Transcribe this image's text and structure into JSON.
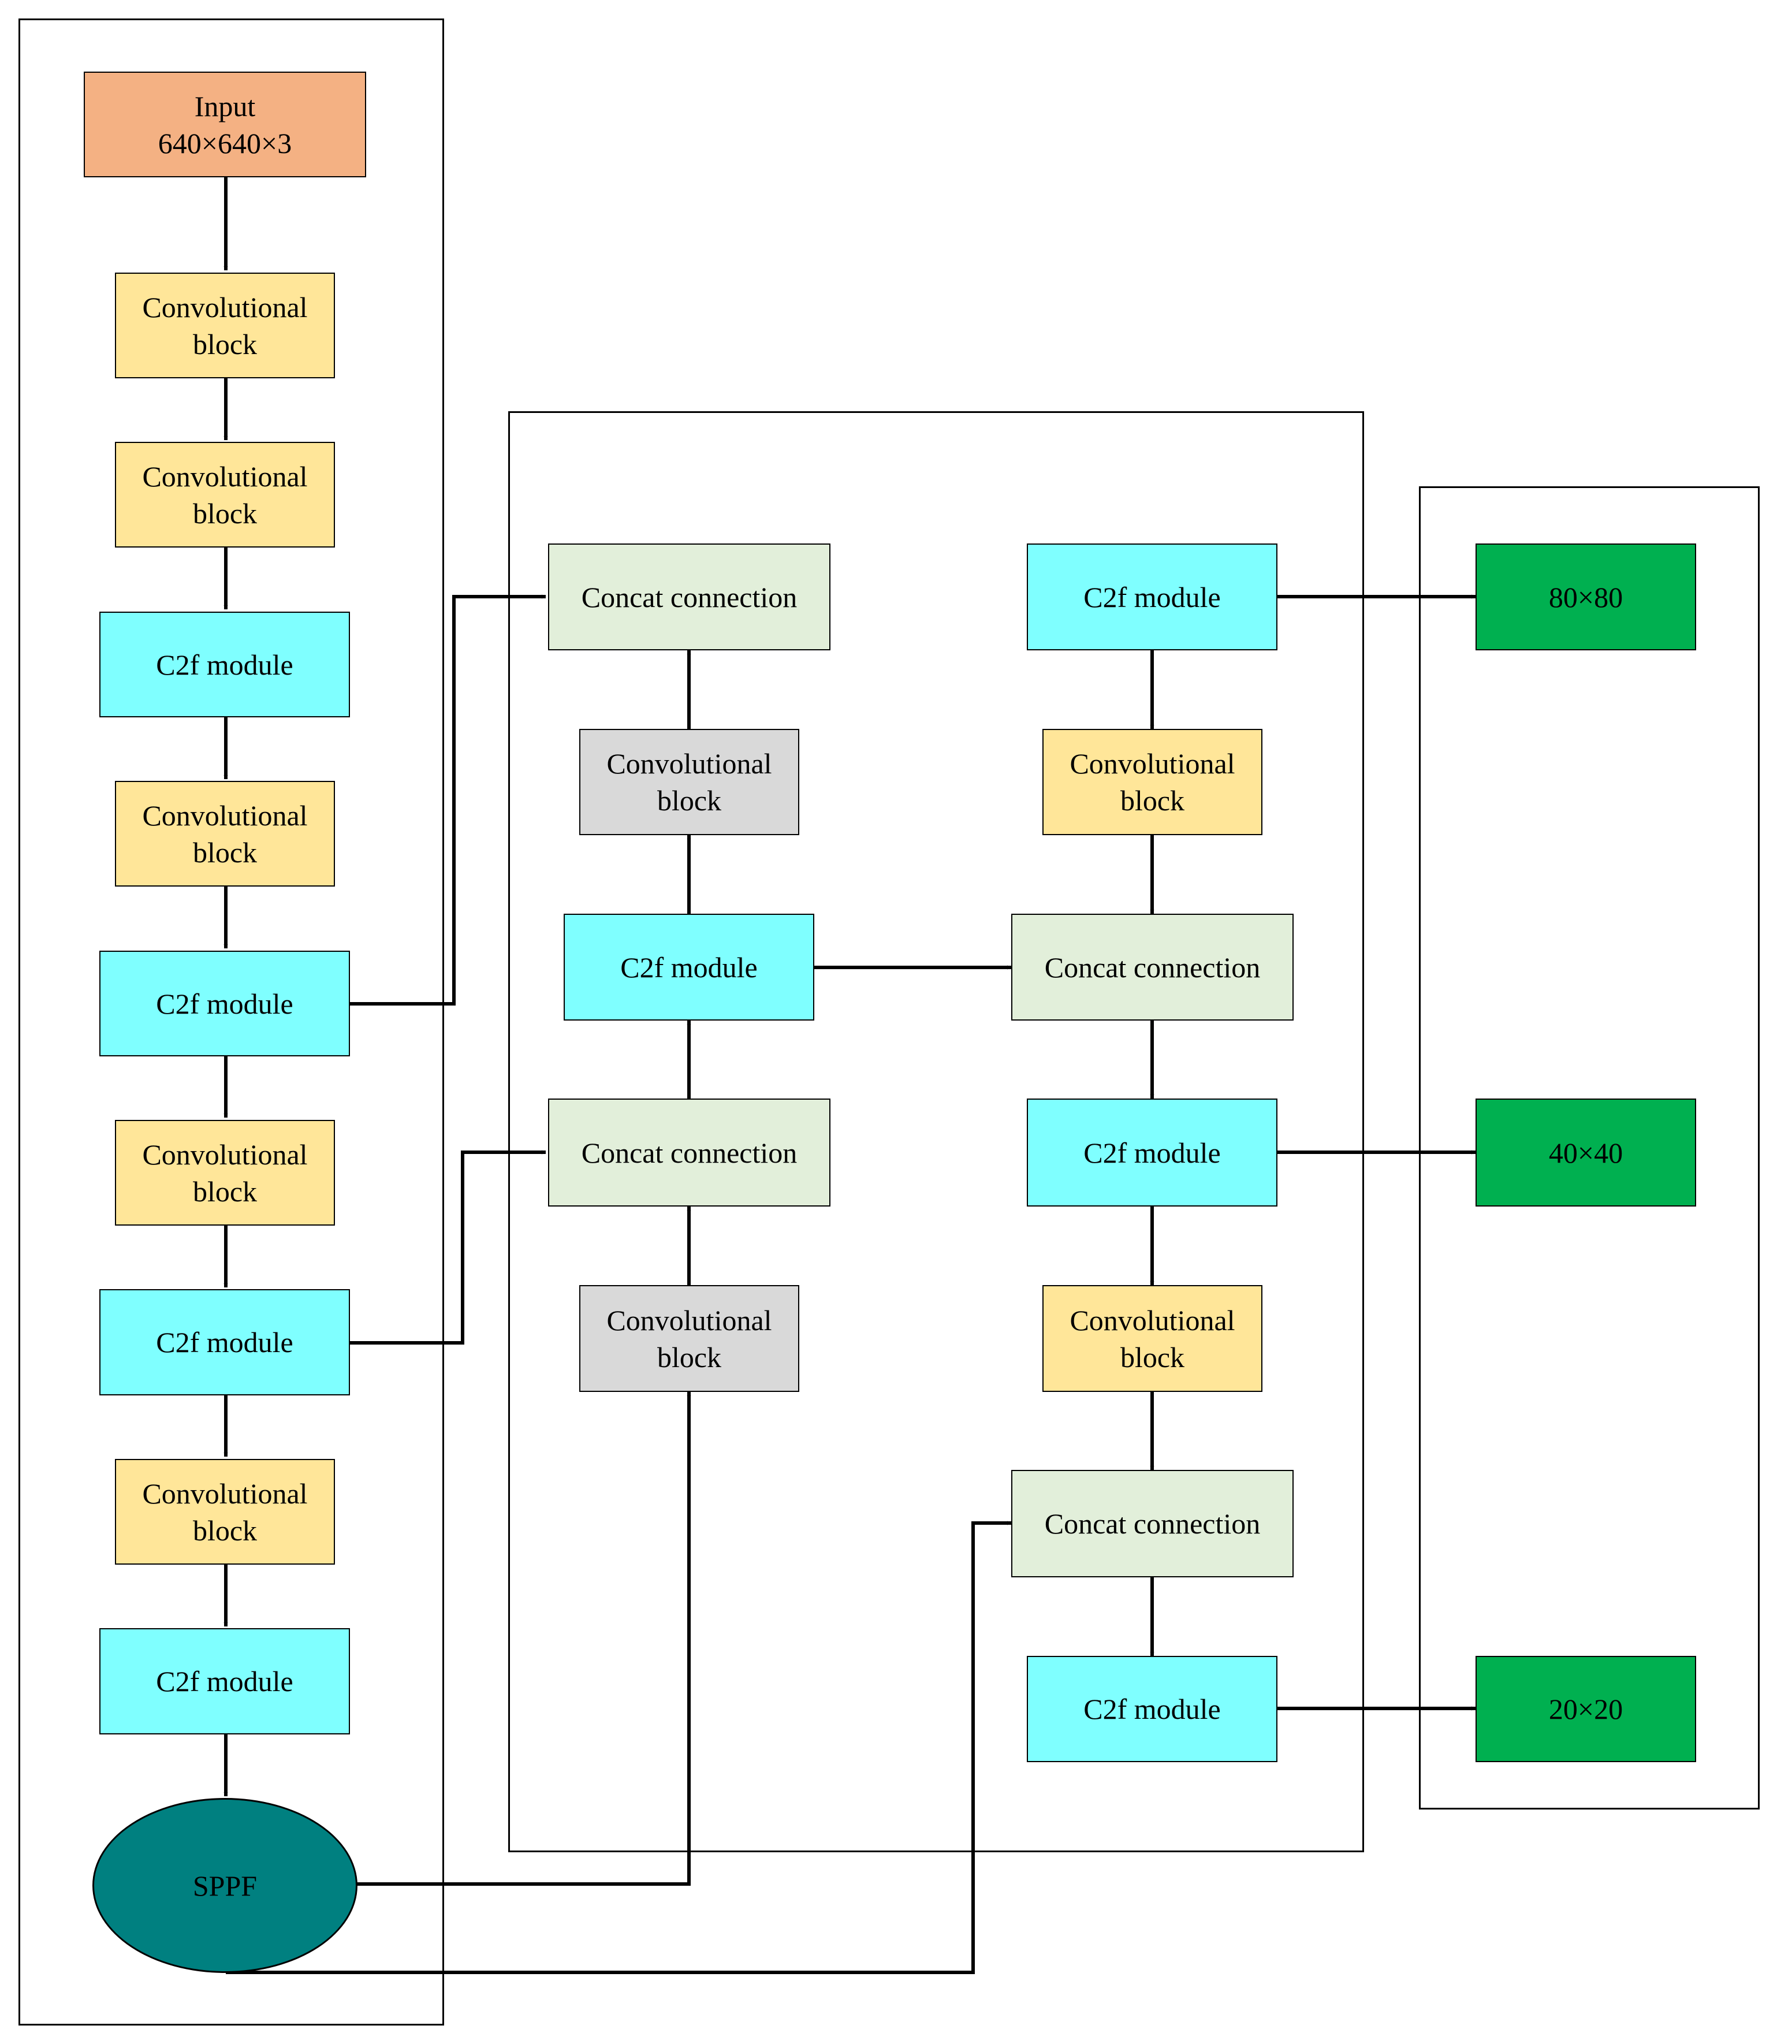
{
  "colors": {
    "input": "#F4B183",
    "conv": "#FFE699",
    "c2f": "#7FFFFF",
    "concat": "#E2EFDA",
    "conv_gray": "#D9D9D9",
    "sppf": "#008080",
    "output": "#00B050"
  },
  "backbone": {
    "input": [
      "Input",
      "640×640×3"
    ],
    "conv1": [
      "Convolutional",
      "block"
    ],
    "conv2": [
      "Convolutional",
      "block"
    ],
    "c2f1": "C2f module",
    "conv3": [
      "Convolutional",
      "block"
    ],
    "c2f2": "C2f module",
    "conv4": [
      "Convolutional",
      "block"
    ],
    "c2f3": "C2f module",
    "conv5": [
      "Convolutional",
      "block"
    ],
    "c2f4": "C2f module",
    "sppf": "SPPF"
  },
  "neck": {
    "concat_top": "Concat connection",
    "conv_gray_top": [
      "Convolutional",
      "block"
    ],
    "c2f_mid": "C2f module",
    "concat_mid": "Concat connection",
    "conv_gray_bottom": [
      "Convolutional",
      "block"
    ],
    "c2f_r1": "C2f module",
    "conv_r1": [
      "Convolutional",
      "block"
    ],
    "concat_r1": "Concat connection",
    "c2f_r2": "C2f module",
    "conv_r2": [
      "Convolutional",
      "block"
    ],
    "concat_r2": "Concat connection",
    "c2f_r3": "C2f module"
  },
  "outputs": {
    "out1": "80×80",
    "out2": "40×40",
    "out3": "20×20"
  }
}
